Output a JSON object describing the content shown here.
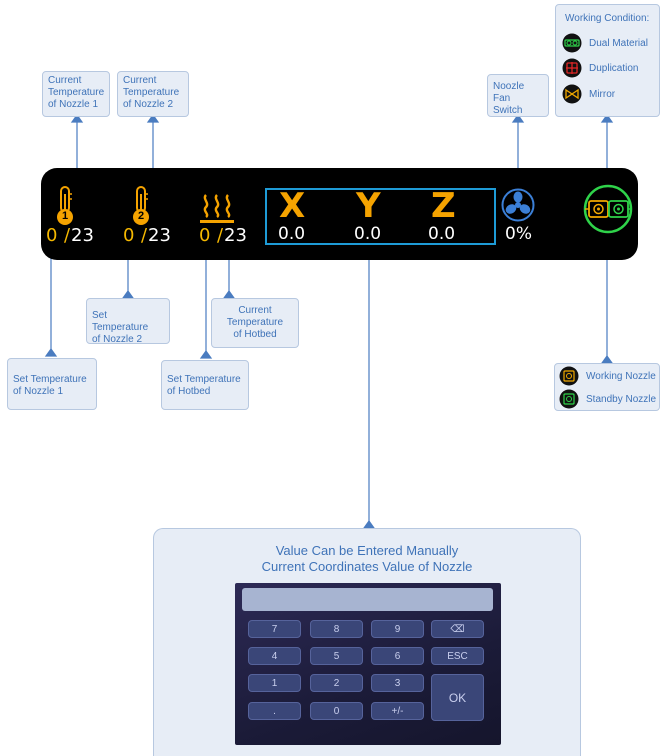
{
  "callouts": {
    "cur_nozzle1": [
      "Current",
      "Temperature",
      "of Nozzle 1"
    ],
    "cur_nozzle2": [
      "Current",
      "Temperature",
      "of Nozzle 2"
    ],
    "fan_switch": [
      "Noozle Fan",
      "Switch"
    ],
    "set_nozzle2": [
      "Set Temperature",
      "of Nozzle 2"
    ],
    "cur_hotbed": [
      "Current",
      "Temperature",
      "of Hotbed"
    ],
    "set_nozzle1": [
      "Set Temperature",
      "of Nozzle 1"
    ],
    "set_hotbed": [
      "Set Temperature",
      "of Hotbed"
    ]
  },
  "status_bar": {
    "nozzle1": {
      "badge": "1",
      "set": "0",
      "current": "23"
    },
    "nozzle2": {
      "badge": "2",
      "set": "0",
      "current": "23"
    },
    "hotbed": {
      "set": "0",
      "current": "23"
    },
    "separator": "/",
    "coords": [
      {
        "axis": "X",
        "value": "0.0"
      },
      {
        "axis": "Y",
        "value": "0.0"
      },
      {
        "axis": "Z",
        "value": "0.0"
      }
    ],
    "fan": "0%"
  },
  "working_condition": {
    "title": "Working Condition:",
    "items": [
      {
        "label": "Dual Material",
        "icon": "dual-material-icon",
        "color": "#2fd34a"
      },
      {
        "label": "Duplication",
        "icon": "duplication-icon",
        "color": "#e02626"
      },
      {
        "label": "Mirror",
        "icon": "mirror-icon",
        "color": "#f2a900"
      }
    ]
  },
  "nozzle_legend": {
    "items": [
      {
        "label": "Working Nozzle",
        "icon": "working-nozzle-icon",
        "color": "#f2a900"
      },
      {
        "label": "Standby Nozzle",
        "icon": "standby-nozzle-icon",
        "color": "#2fd34a"
      }
    ]
  },
  "coordinates_panel": {
    "title_line1": "Value Can be Entered Manually",
    "title_line2": "Current Coordinates Value of Nozzle",
    "input_value": "",
    "keys": {
      "k7": "7",
      "k8": "8",
      "k9": "9",
      "backspace": "⌫",
      "k4": "4",
      "k5": "5",
      "k6": "6",
      "esc": "ESC",
      "k1": "1",
      "k2": "2",
      "k3": "3",
      "ok": "OK",
      "dot": ".",
      "k0": "0",
      "plusminus": "+/-"
    }
  },
  "colors": {
    "accent": "#3f73b8",
    "callout_bg": "#e7edf6",
    "heat": "#f5a300",
    "frame": "#1e9bd6",
    "fan": "#3b7fd6",
    "active_ring": "#2fd34a"
  }
}
